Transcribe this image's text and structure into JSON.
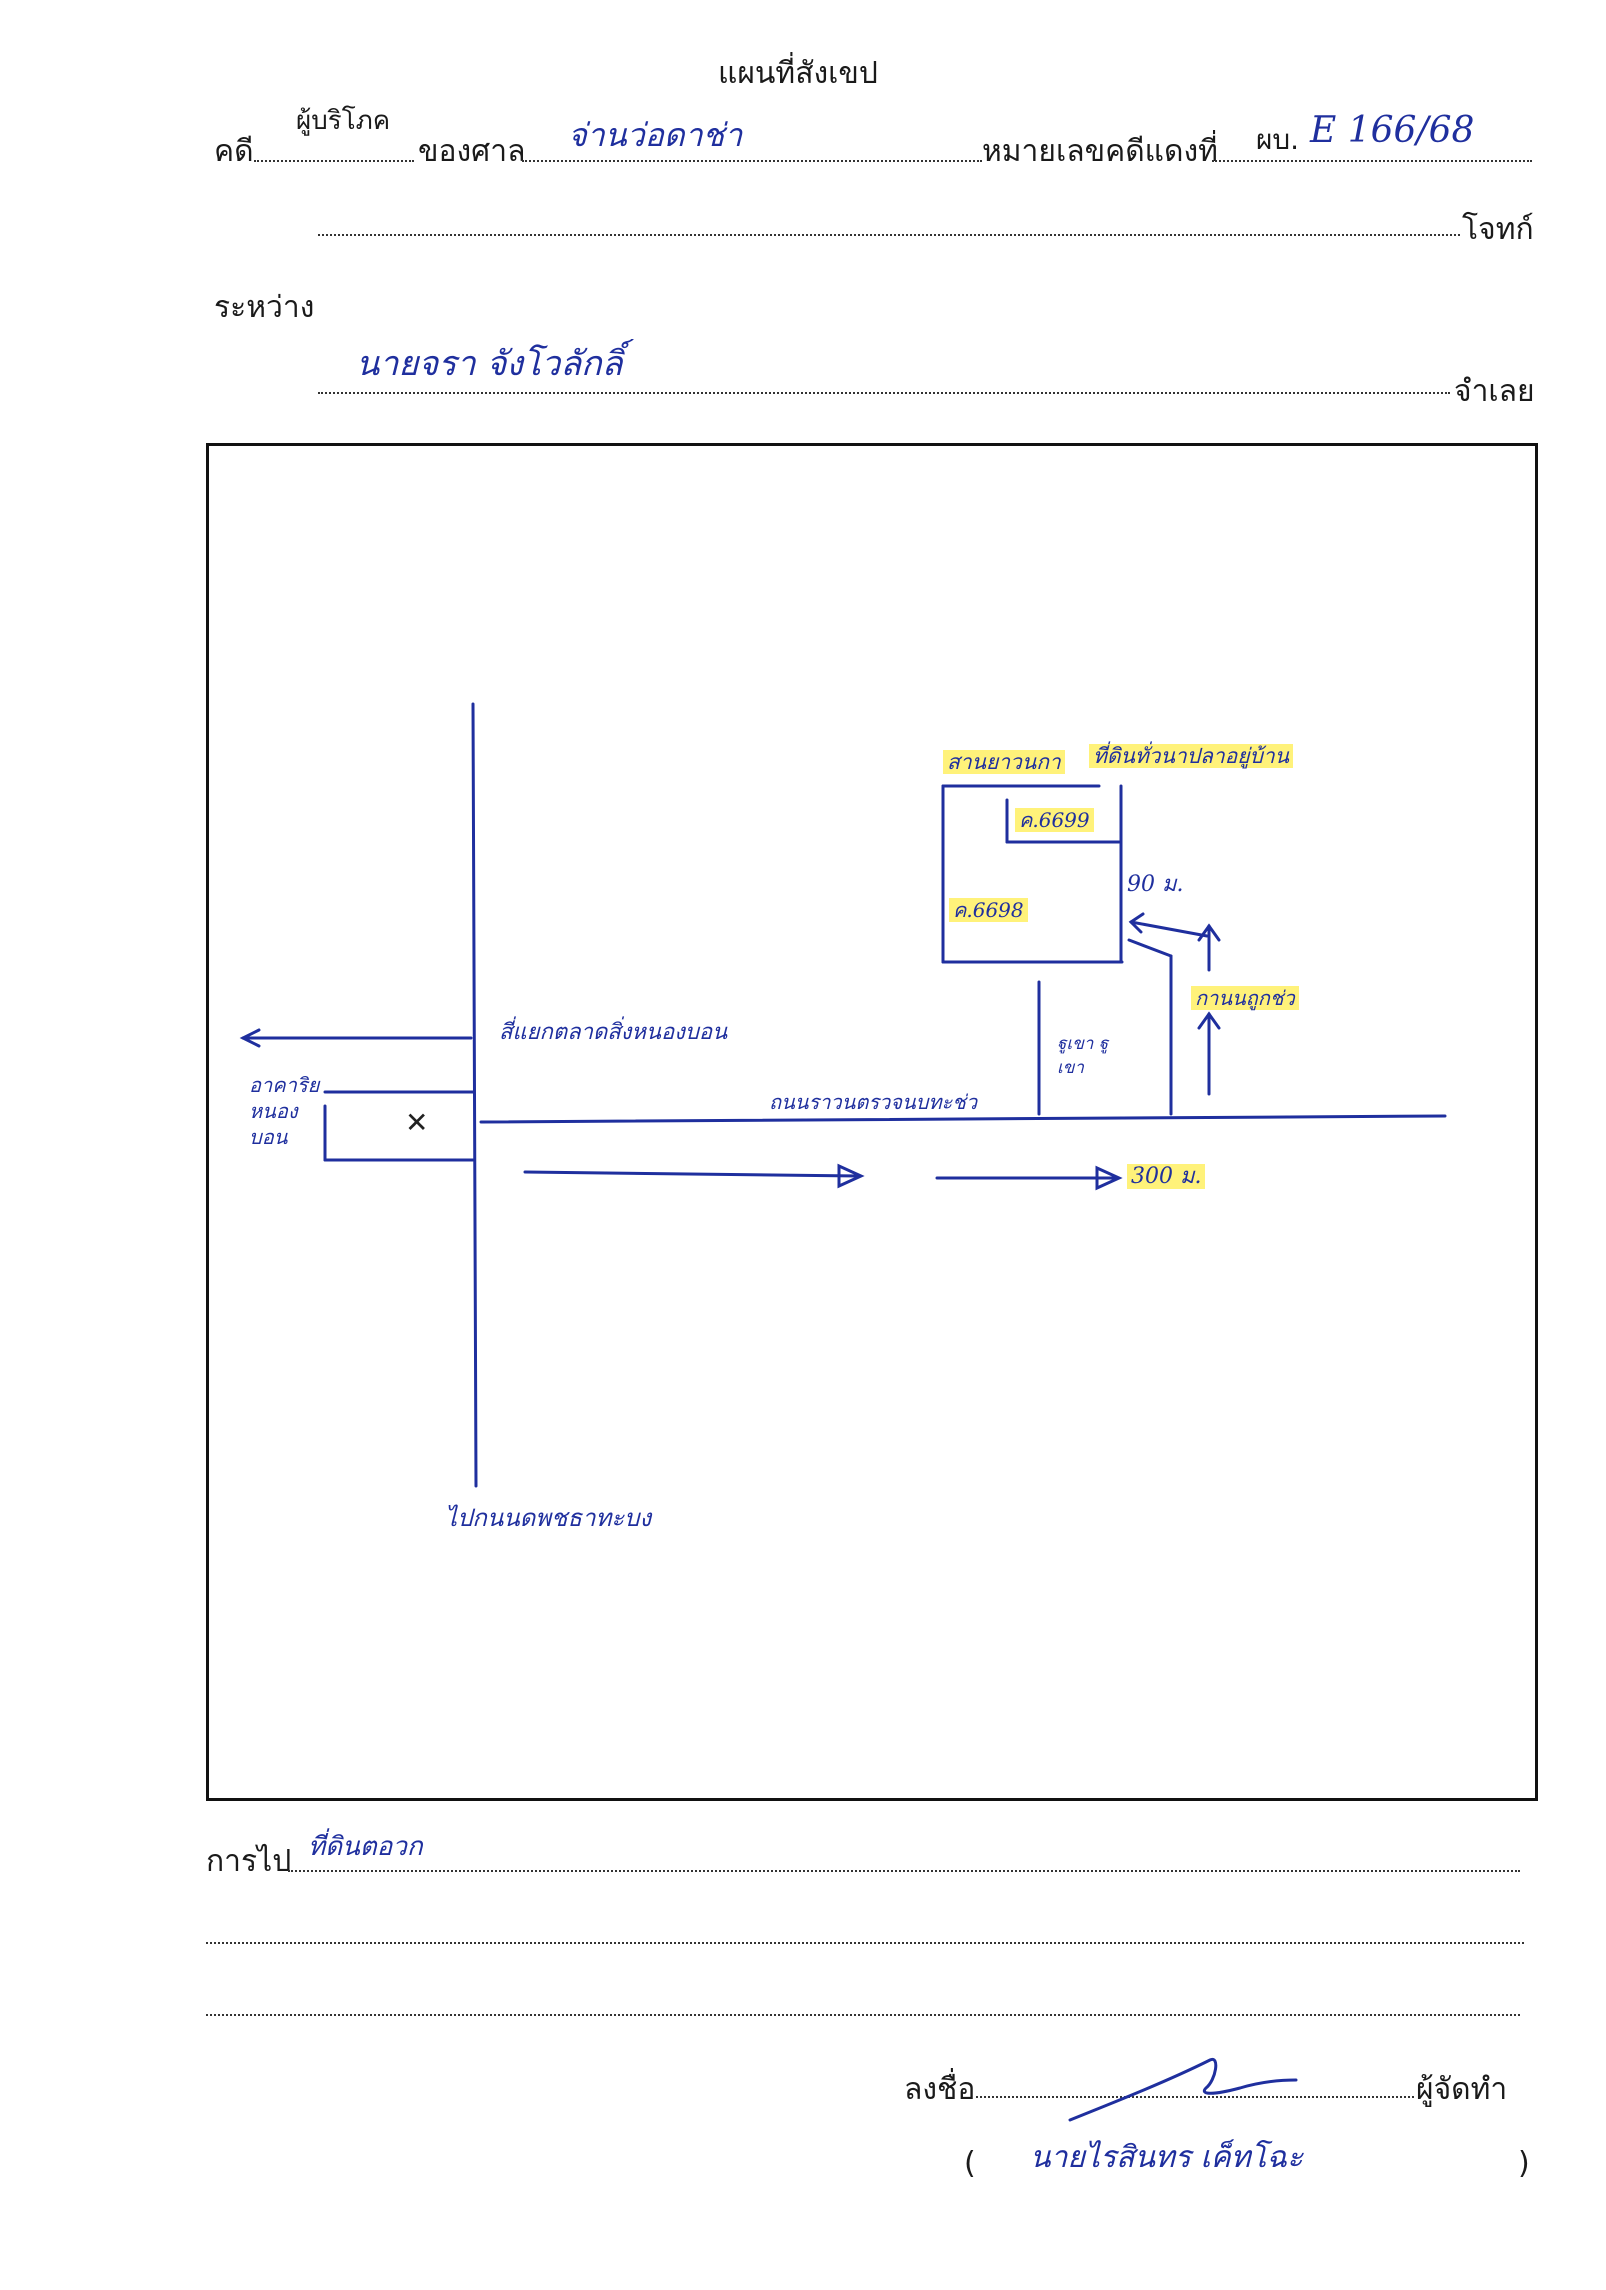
{
  "header": {
    "title": "แผนที่สังเขป",
    "case_label": "คดี",
    "case_type": "ผู้บริโภค",
    "court_label": "ของศาล",
    "court_name": "จ่านว่อดาช่า",
    "case_number_label": "หมายเลขคดีแดงที่",
    "case_number_prefix": "ผบ.",
    "case_number": "E 166/68",
    "plaintiff_label": "โจทก์",
    "between_label": "ระหว่าง",
    "defendant_name": "นายจรา จังโวลักลิ์",
    "defendant_label": "จำเลย"
  },
  "map": {
    "labels": {
      "shop_label": "อาคาริย หนองบอน",
      "intersection_label": "สี่แยกตลาดสิ่งหนองบอน",
      "road_label": "ถนนราวนตรวจนบทะช่ว",
      "down_road_label": "ไปกนนดพชธาทะบง",
      "office_label": "สานยาวนกา",
      "parcel_owner_label": "ที่ดินทั่วนาปลาอยู่บ้าน",
      "parcel_a": "ค.6699",
      "parcel_b": "ค.6698",
      "distance_short": "90 ม.",
      "side_road_label": "กานนถูกช่ว",
      "small_road_label": "ฐูเขา ฐูเขา",
      "distance_long": "300 ม.",
      "x_mark": "✕"
    },
    "colors": {
      "ink": "#1f2f9e",
      "highlight": "#fff27a",
      "frame": "#111111"
    }
  },
  "footer": {
    "route_label": "การไป",
    "route_value": "ที่ดินตอวก",
    "sign_label": "ลงชื่อ",
    "maker_label": "ผู้จัดทำ",
    "maker_name": "นายไรสินทร เค็ทโฉะ",
    "paren_open": "(",
    "paren_close": ")"
  }
}
